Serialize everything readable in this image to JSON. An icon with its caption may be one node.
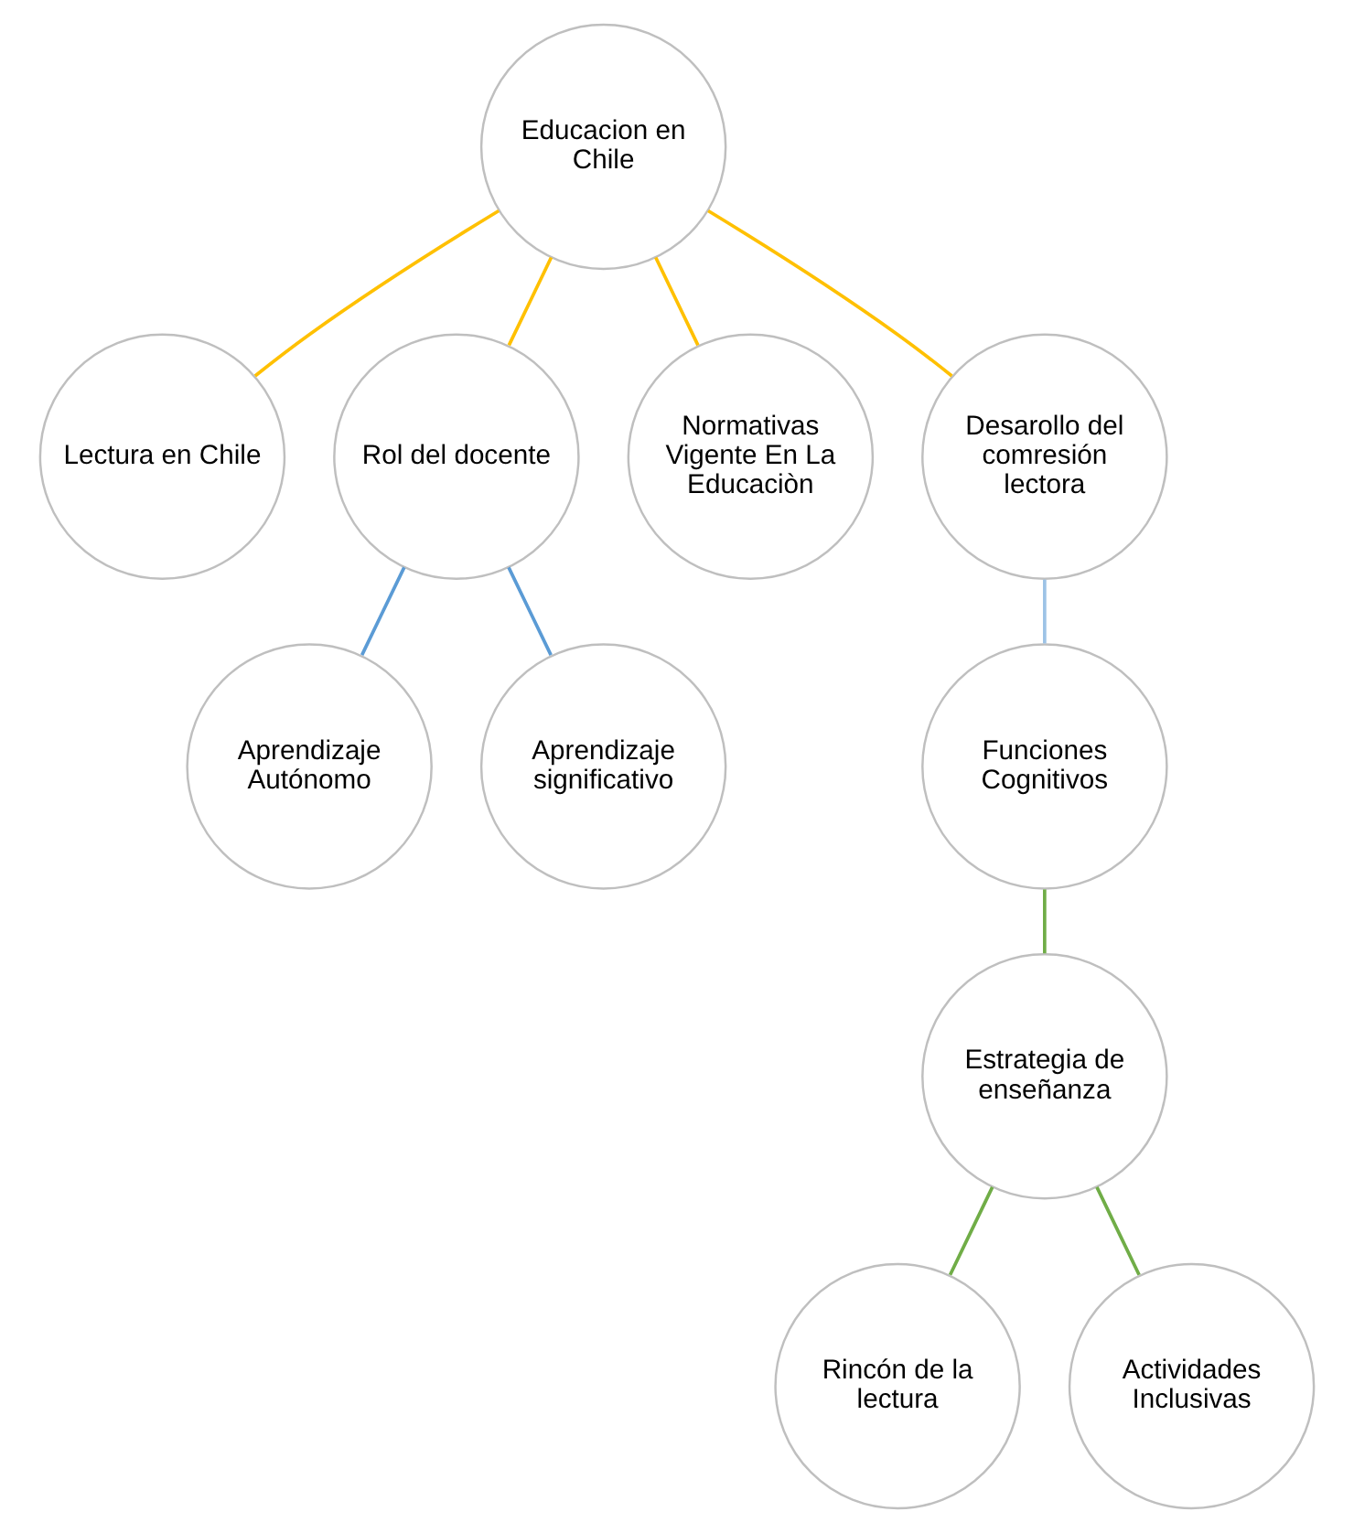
{
  "diagram": {
    "nodes": [
      {
        "text": [
          "Educacion en Chile"
        ]
      },
      {
        "text": [
          "Lectura en Chile"
        ]
      },
      {
        "text": [
          "Rol del docente"
        ]
      },
      {
        "text": [
          "Normativas Vigente En La Educaciòn"
        ]
      },
      {
        "text": [
          "Desarollo del comresión lectora"
        ]
      },
      {
        "text": [
          "Aprendizaje Autónomo"
        ]
      },
      {
        "text": [
          "Aprendizaje significativo"
        ]
      },
      {
        "text": [
          "Funciones Cognitivos"
        ]
      },
      {
        "text": [
          "Estrategia de enseñanza"
        ]
      },
      {
        "text": [
          "Rincón de la lectura"
        ]
      },
      {
        "text": [
          "Actividades Inclusivas"
        ]
      }
    ],
    "edges": [
      {
        "from": 0,
        "to": 1,
        "arrow": "none"
      },
      {
        "from": 0,
        "to": 2,
        "arrow": "none"
      },
      {
        "from": 0,
        "to": 3,
        "arrow": "none"
      },
      {
        "from": 0,
        "to": 4,
        "arrow": "none"
      },
      {
        "from": 2,
        "to": 5,
        "arrow": "none",
        "color": "#5b9bd5"
      },
      {
        "from": 2,
        "to": 6,
        "arrow": "none",
        "color": "#5b9bd5"
      },
      {
        "from": 4,
        "to": 7,
        "arrow": "none",
        "color": "#9dc3e6"
      },
      {
        "from": 7,
        "to": 8,
        "arrow": "none",
        "color": "#70ad47"
      },
      {
        "from": 8,
        "to": 9,
        "arrow": "none",
        "color": "#70ad47"
      },
      {
        "from": 8,
        "to": 10,
        "arrow": "none",
        "color": "#70ad47"
      }
    ]
  }
}
